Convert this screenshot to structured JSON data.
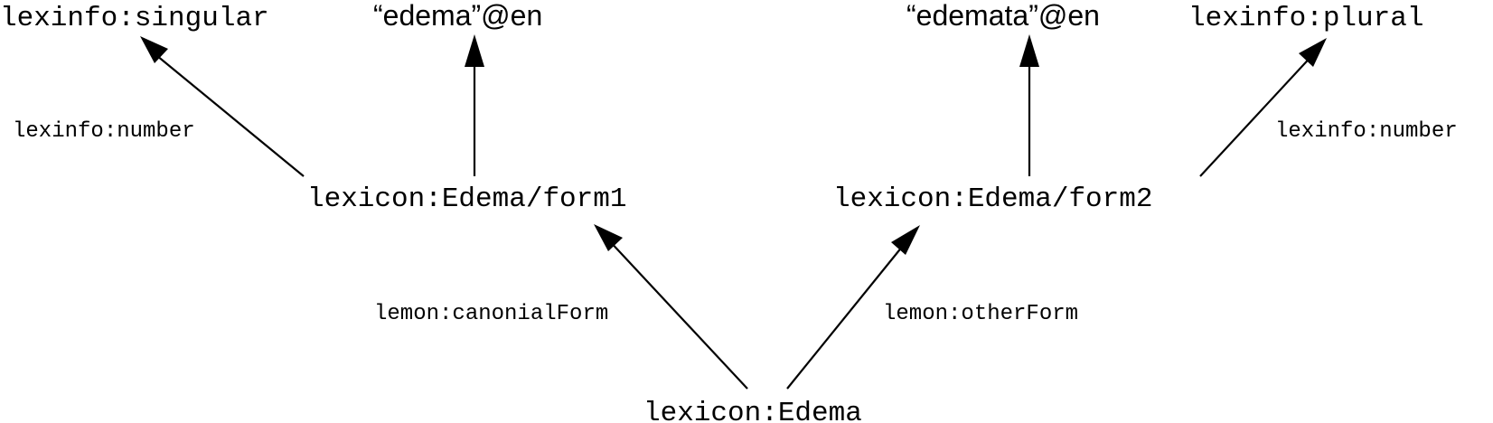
{
  "diagram": {
    "nodes": {
      "lexinfo_singular": "lexinfo:singular",
      "literal_edema": "“edema”@en",
      "literal_edemata": "“edemata”@en",
      "lexinfo_plural": "lexinfo:plural",
      "form1": "lexicon:Edema/form1",
      "form2": "lexicon:Edema/form2",
      "edema": "lexicon:Edema"
    },
    "edges": {
      "number_left": "lexinfo:number",
      "number_right": "lexinfo:number",
      "canonical": "lemon:canonialForm",
      "other": "lemon:otherForm"
    },
    "colors": {
      "ink": "#000000",
      "background": "#ffffff"
    }
  }
}
